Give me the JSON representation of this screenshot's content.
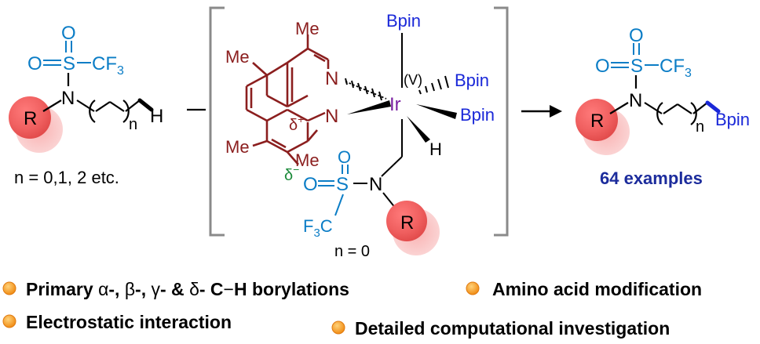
{
  "colors": {
    "blue": "#0b7dc6",
    "darkred": "#8b1e1e",
    "purple": "#7a1fa2",
    "boron_blue": "#1a28d8",
    "navy": "#1c2c9c",
    "green": "#1b8a3a",
    "black": "#000000",
    "bracket_gray": "#8a8a8a",
    "bullet_orange": "#f08c14"
  },
  "left": {
    "atoms": {
      "O_top": "O",
      "O_left": "O",
      "S": "S",
      "CF3": "CF",
      "CF3_sub": "3",
      "N": "N",
      "R": "R",
      "H": "H",
      "n": "n"
    },
    "caption": "n = 0,1, 2 etc."
  },
  "center": {
    "ligand": {
      "Me1": "Me",
      "Me2": "Me",
      "Me3": "Me",
      "Me4": "Me",
      "N1": "N",
      "N2": "N",
      "delta_plus": "δ",
      "delta_plus_sign": "+"
    },
    "metal": {
      "Ir": "Ir",
      "ox_state": "(V)",
      "H": "H"
    },
    "ligands_b": {
      "b1": "Bpin",
      "b2": "Bpin",
      "b3": "Bpin"
    },
    "substrate": {
      "delta_minus": "δ",
      "delta_minus_sign": "−",
      "O": "O",
      "S": "S",
      "N": "N",
      "F3C_F": "F",
      "F3C_sub": "3",
      "F3C_C": "C",
      "R": "R"
    },
    "caption": "n = 0"
  },
  "right": {
    "atoms": {
      "O_top": "O",
      "O_left": "O",
      "S": "S",
      "CF3": "CF",
      "CF3_sub": "3",
      "N": "N",
      "R": "R",
      "Bpin": "Bpin",
      "n": "n"
    },
    "caption": "64 examples"
  },
  "bullets": [
    {
      "pre": "Primary ",
      "a": "α",
      "sep1": "-, ",
      "b": "β",
      "sep2": "-, ",
      "g": "γ",
      "sep3": "- & ",
      "d": "δ",
      "post": "- C",
      "dash": "−",
      "tail": "H borylations"
    },
    {
      "text": "Amino acid modification"
    },
    {
      "text": "Electrostatic interaction"
    },
    {
      "text": "Detailed computational investigation"
    }
  ]
}
